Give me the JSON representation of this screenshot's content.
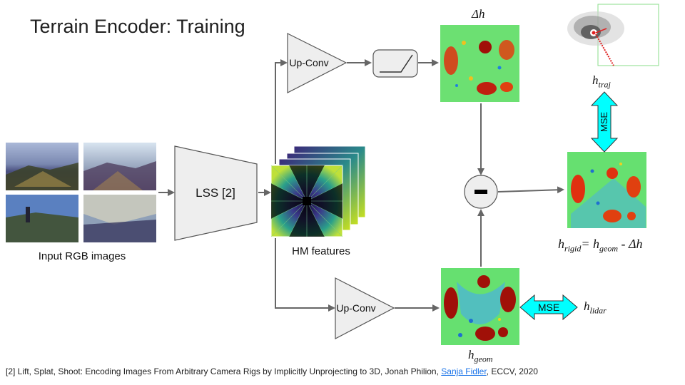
{
  "title": "Terrain Encoder: Training",
  "labels": {
    "input_images": "Input RGB images",
    "lss": "LSS [2]",
    "hm_features": "HM features",
    "upconv_top": "Up-Conv",
    "upconv_bottom": "Up-Conv",
    "mse_vertical": "MSE",
    "mse_horizontal": "MSE",
    "minus": "-"
  },
  "math": {
    "delta_h": "Δh",
    "h_traj_base": "h",
    "h_traj_sub": "traj",
    "h_geom_base": "h",
    "h_geom_sub": "geom",
    "h_lidar_base": "h",
    "h_lidar_sub": "lidar",
    "h_rigid_base": "h",
    "h_rigid_sub": "rigid",
    "eq_mid": "= ",
    "eq_h2": "h",
    "eq_sub2": "geom",
    "eq_end": " - Δh"
  },
  "footnote": {
    "prefix": "[2] Lift, Splat, Shoot: Encoding Images From Arbitrary Camera Rigs by Implicitly Unprojecting to 3D, Jonah Philion, ",
    "link": "Sanja Fidler",
    "suffix": ", ECCV, 2020"
  },
  "colors": {
    "block_fill": "#eeeeee",
    "block_stroke": "#555555",
    "arrow": "#666666",
    "mse_fill": "#00ffff",
    "heightmap_bg": "#66e070",
    "hot": "#e03010",
    "cold": "#1f6fd0"
  }
}
